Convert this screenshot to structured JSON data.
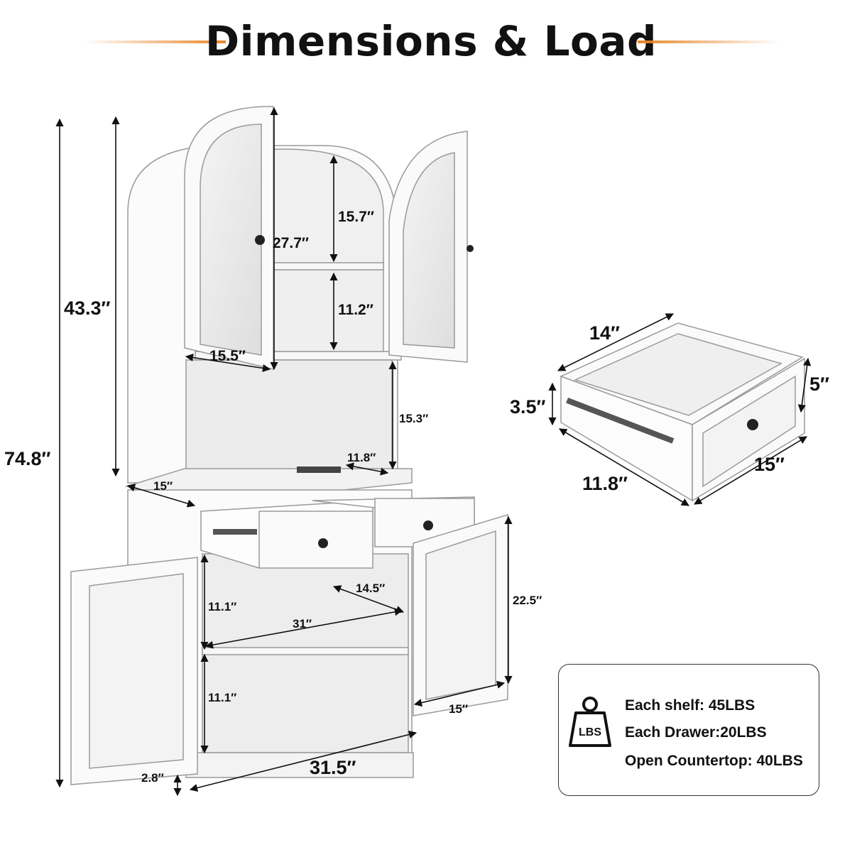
{
  "title": "Dimensions & Load",
  "colors": {
    "accent_line": "#e8862a",
    "cabinet_white": "#fbfbfb",
    "cabinet_shade": "#e6e6e6",
    "outline": "#9a9a9a",
    "text": "#111111"
  },
  "dimensions": {
    "overall_height": "74.8″",
    "upper_height": "43.3″",
    "arch_inner_height": "15.7″",
    "door_arch_height": "27.7″",
    "upper_shelf_gap": "11.2″",
    "upper_inner_width": "15.5″",
    "open_niche_height": "15.3″",
    "countertop_depth_inner": "11.8″",
    "countertop_depth": "15″",
    "lower_shelf_depth": "14.5″",
    "lower_gap_top": "11.1″",
    "lower_gap_bottom": "11.1″",
    "lower_inner_width": "31″",
    "lower_height": "22.5″",
    "lower_depth": "15″",
    "base_height": "2.8″",
    "overall_width": "31.5″"
  },
  "drawer": {
    "width": "14″",
    "front_height": "5″",
    "side_height": "3.5″",
    "inner_depth": "11.8″",
    "depth": "15″"
  },
  "load": {
    "icon": "weight-lbs-icon",
    "icon_label": "LBS",
    "lines": [
      "Each shelf: 45LBS",
      "Each Drawer:20LBS",
      "Open Countertop: 40LBS"
    ]
  }
}
